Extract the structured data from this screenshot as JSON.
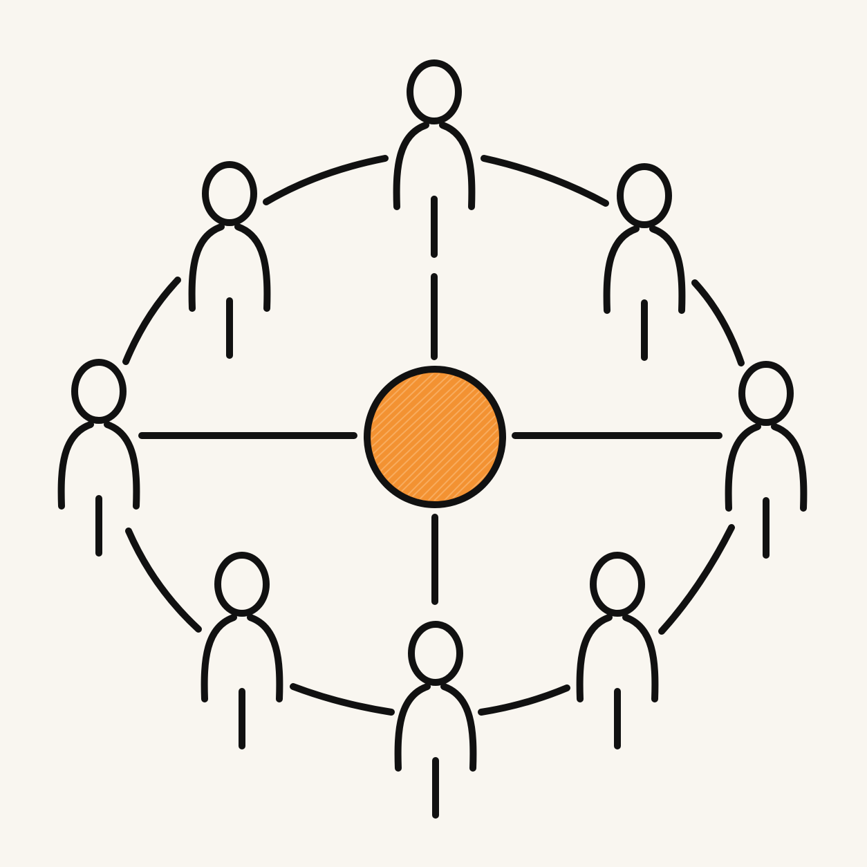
{
  "diagram": {
    "kind": "hub-and-ring network of people",
    "figure_count": 8,
    "spoke_count": 4,
    "figure_icon": "person-icon",
    "hub_icon": "filled-circle-icon",
    "colors": {
      "background": "#f9f6f0",
      "ink": "#111111",
      "hub_fill": "#f39232",
      "hub_hatch": "#fbc184"
    }
  }
}
